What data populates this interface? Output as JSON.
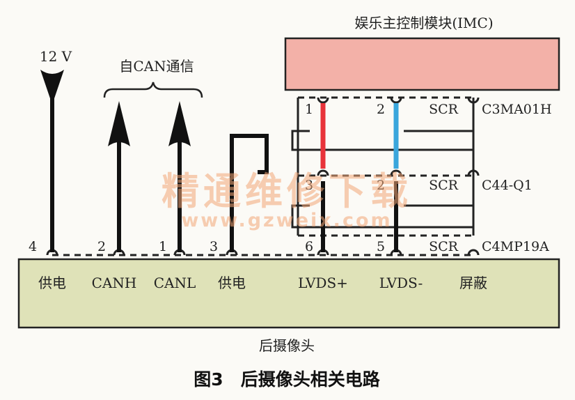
{
  "imc": {
    "title": "娱乐主控制模块(IMC)",
    "color": "#f3b1a8"
  },
  "camera": {
    "label": "后摄像头",
    "color": "#dfe2b8"
  },
  "supply": {
    "voltage": "12 V"
  },
  "can": {
    "group_label": "自CAN通信"
  },
  "imc_pins": {
    "p1": "1",
    "p2": "2",
    "scr": "SCR"
  },
  "mid_pins": {
    "p3": "3",
    "p2": "2",
    "scr": "SCR"
  },
  "low_pins": {
    "p6": "6",
    "p5": "5",
    "scr": "SCR"
  },
  "camera_pins": {
    "p4": "4",
    "p2": "2",
    "p1": "1",
    "p3": "3"
  },
  "connectors": {
    "c1": "C3MA01H",
    "c2": "C44-Q1",
    "c3": "C4MP19A"
  },
  "camera_terminals": {
    "t1": "供电",
    "t2": "CANH",
    "t3": "CANL",
    "t4": "供电",
    "t5": "LVDS+",
    "t6": "LVDS-",
    "t7": "屏蔽"
  },
  "caption": {
    "text": "图3　后摄像头相关电路"
  },
  "watermark": {
    "cn": "精通维修下载",
    "url": "www.gzweix.com"
  },
  "wire_colors": {
    "lvds_plus": "#e8333a",
    "lvds_minus": "#3aa6dc"
  }
}
